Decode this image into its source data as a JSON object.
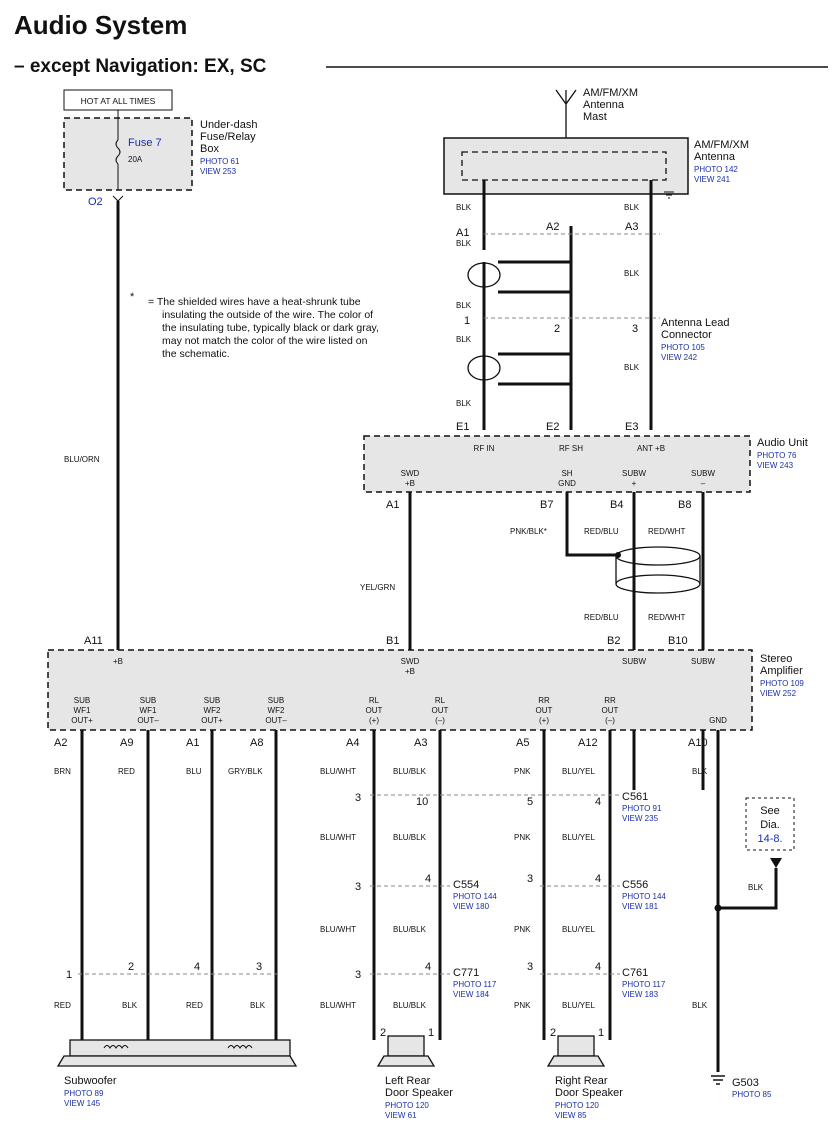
{
  "title": "Audio System",
  "subtitle": "– except Navigation: EX, SC",
  "hot": "HOT AT ALL TIMES",
  "fuse": {
    "label": "Fuse 7",
    "rating": "20A",
    "box": [
      "Under-dash",
      "Fuse/Relay",
      "Box"
    ],
    "photo": "PHOTO 61",
    "view": "VIEW 253",
    "term": "O2"
  },
  "note": {
    "star": "*",
    "lines": [
      "= The shielded wires have a heat-shrunk tube",
      "insulating the outside of the wire.  The color of",
      "the insulating tube, typically black or dark gray,",
      "may not match the color of the wire listed on",
      "the schematic."
    ]
  },
  "antenna": {
    "mast": [
      "AM/FM/XM",
      "Antenna",
      "Mast"
    ],
    "name": [
      "AM/FM/XM",
      "Antenna"
    ],
    "photo": "PHOTO 142",
    "view": "VIEW 241"
  },
  "lead": {
    "name": [
      "Antenna Lead",
      "Connector"
    ],
    "photo": "PHOTO 105",
    "view": "VIEW 242"
  },
  "audio_unit": {
    "name": "Audio Unit",
    "photo": "PHOTO 76",
    "view": "VIEW 243",
    "top": [
      "RF IN",
      "RF SH",
      "ANT +B"
    ],
    "bottom": [
      [
        "SWD",
        "+B"
      ],
      [
        "SH",
        "GND"
      ],
      [
        "SUBW",
        "+"
      ],
      [
        "SUBW",
        "–"
      ]
    ]
  },
  "amp": {
    "name": [
      "Stereo",
      "Amplifier"
    ],
    "photo": "PHOTO 109",
    "view": "VIEW 252",
    "top": [
      "+B",
      [
        "SWD",
        "+B"
      ],
      "SUBW",
      "SUBW"
    ],
    "bottom": [
      [
        "SUB",
        "WF1",
        "OUT+"
      ],
      [
        "SUB",
        "WF1",
        "OUT–"
      ],
      [
        "SUB",
        "WF2",
        "OUT+"
      ],
      [
        "SUB",
        "WF2",
        "OUT–"
      ],
      [
        "RL",
        "OUT",
        "(+)"
      ],
      [
        "RL",
        "OUT",
        "(–)"
      ],
      [
        "RR",
        "OUT",
        "(+)"
      ],
      [
        "RR",
        "OUT",
        "(–)"
      ],
      "GND"
    ]
  },
  "pins": {
    "A1": "A1",
    "A2": "A2",
    "A3": "A3",
    "p1": "1",
    "p2": "2",
    "p3": "3",
    "E1": "E1",
    "E2": "E2",
    "E3": "E3",
    "uA1": "A1",
    "uB7": "B7",
    "uB4": "B4",
    "uB8": "B8",
    "aA11": "A11",
    "aB1": "B1",
    "aB2": "B2",
    "aB10": "B10",
    "oA2": "A2",
    "oA9": "A9",
    "oA1": "A1",
    "oA8": "A8",
    "oA4": "A4",
    "oA3": "A3",
    "oA5": "A5",
    "oA12": "A12",
    "oA10": "A10"
  },
  "wires": {
    "blk": "BLK",
    "bluorn": "BLU/ORN",
    "yelgrn": "YEL/GRN",
    "pnkblk": "PNK/BLK*",
    "redblu": "RED/BLU",
    "redwht": "RED/WHT",
    "brn": "BRN",
    "red": "RED",
    "blu": "BLU",
    "gryblk": "GRY/BLK",
    "bluwht": "BLU/WHT",
    "blublk": "BLU/BLK",
    "pnk": "PNK",
    "bluyel": "BLU/YEL"
  },
  "c561": {
    "name": "C561",
    "photo": "PHOTO 91",
    "view": "VIEW 235",
    "pins": [
      "3",
      "10",
      "5",
      "4"
    ]
  },
  "c554": {
    "name": "C554",
    "photo": "PHOTO 144",
    "view": "VIEW 180",
    "pins": [
      "3",
      "4"
    ]
  },
  "c556": {
    "name": "C556",
    "photo": "PHOTO 144",
    "view": "VIEW 181",
    "pins": [
      "3",
      "4"
    ]
  },
  "c771": {
    "name": "C771",
    "photo": "PHOTO 117",
    "view": "VIEW 184",
    "pins": [
      "3",
      "4"
    ]
  },
  "c761": {
    "name": "C761",
    "photo": "PHOTO 117",
    "view": "VIEW 183",
    "pins": [
      "3",
      "4"
    ]
  },
  "sub_pins": [
    "1",
    "2",
    "4",
    "3"
  ],
  "spk_pins": [
    "2",
    "1"
  ],
  "see": [
    "See",
    "Dia.",
    "14-8."
  ],
  "subwoofer": {
    "name": "Subwoofer",
    "photo": "PHOTO 89",
    "view": "VIEW 145"
  },
  "lrspk": {
    "name": [
      "Left Rear",
      "Door Speaker"
    ],
    "photo": "PHOTO 120",
    "view": "VIEW 61"
  },
  "rrspk": {
    "name": [
      "Right Rear",
      "Door Speaker"
    ],
    "photo": "PHOTO 120",
    "view": "VIEW 85"
  },
  "ground": {
    "name": "G503",
    "photo": "PHOTO 85"
  }
}
